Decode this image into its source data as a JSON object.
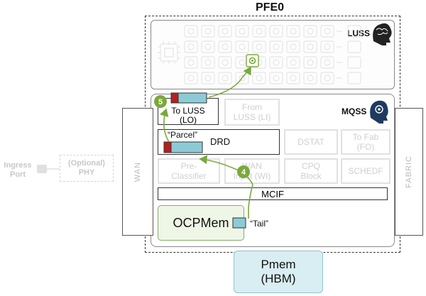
{
  "title": "PFE0",
  "luss": {
    "label": "LUSS"
  },
  "mqss": {
    "label": "MQSS",
    "to_luss": "To LUSS (LO)",
    "from_luss": "From LUSS (LI)",
    "drd": "DRD",
    "dstat": "DSTAT",
    "to_fab": "To Fab (FO)",
    "pre_classifier": "Pre-Classifier",
    "wan_input": "WAN Input (WI)",
    "cpq_block": "CPQ Block",
    "schedf": "SCHEDF",
    "mcif": "MCIF",
    "ocpmem": "OCPMem"
  },
  "annotations": {
    "parcel": "“Parcel”",
    "tail": "“Tail”",
    "step4": "4",
    "step5": "5"
  },
  "external": {
    "ingress_port": "Ingress Port",
    "optional_phy": "(Optional) PHY",
    "wan": "WAN",
    "fabric": "FABRIC",
    "pmem": "Pmem (HBM)"
  },
  "colors": {
    "accent_green": "#7aa83c",
    "packet_blue": "#8ccbd6",
    "packet_red": "#b51f1f",
    "ocpmem_fill": "#eef6e6",
    "pmem_fill": "#d8eef2"
  }
}
